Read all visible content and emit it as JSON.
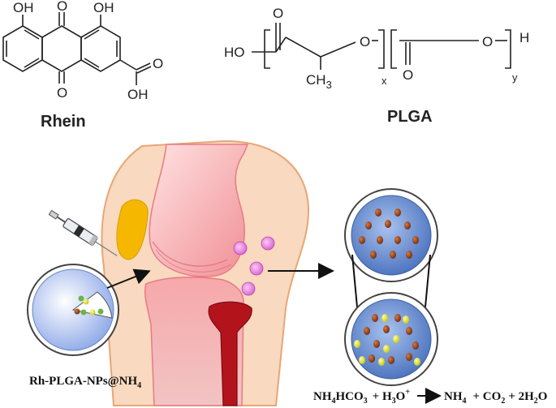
{
  "rhein": {
    "name": "Rhein",
    "oh_left": "OH",
    "oh_right": "OH",
    "carbonyl_o_top": "O",
    "carbonyl_o_bottom": "O",
    "acid_o": "O",
    "acid_oh": "OH"
  },
  "plga": {
    "name": "PLGA",
    "ho": "HO",
    "o_top1": "O",
    "o_bridge": "O",
    "ch3": "CH",
    "ch3_sub": "3",
    "x": "x",
    "o_bottom": "O",
    "o_ether": "O",
    "y": "y",
    "h": "H"
  },
  "nanoparticle": {
    "label_main": "Rh-PLGA-NPs@NH",
    "label_sub": "4"
  },
  "equation": {
    "p1": "NH",
    "p1_sub1": "4",
    "p1_b": "HCO",
    "p1_sub2": "3",
    "plus1": "+ H",
    "p2_sub1": "3",
    "p2_b": "O",
    "p2_sup": "+",
    "p3": "NH",
    "p3_sub": "4",
    "plus2": "+ CO",
    "p4_sub": "2",
    "plus3": "+ 2H",
    "p5_sub": "2",
    "p5_b": "O"
  },
  "colors": {
    "skin": "#f9d9bf",
    "skin_edge": "#e6a777",
    "bone_pink": "#f5a3a6",
    "bone_light": "#fbd2cf",
    "bone_red": "#b3141b",
    "fat_pad": "#f5b700",
    "particle_pink": "#e879e0",
    "circle_blue": "#7d9ed8",
    "dot_brown": "#8a3a16",
    "dot_yellow": "#e8e820"
  }
}
